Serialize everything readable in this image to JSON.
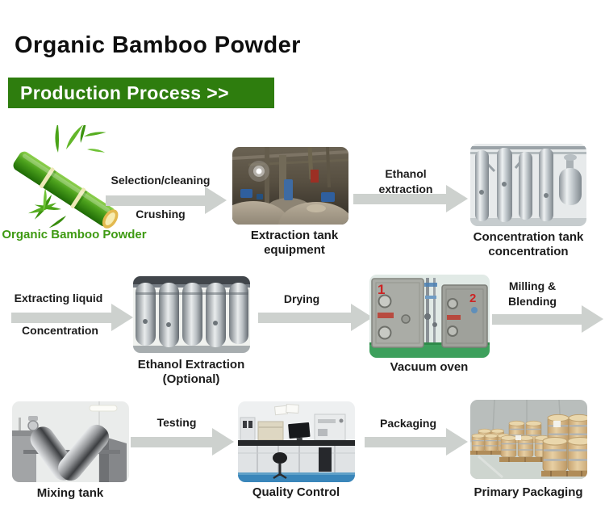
{
  "header": {
    "title": "Organic Bamboo Powder",
    "banner": "Production Process >>"
  },
  "colors": {
    "banner_green": "#2e7d0e",
    "accent_green": "#3e9a12",
    "arrow_gray": "#cdd1ce",
    "text": "#1c1c1c"
  },
  "flow": {
    "row1": {
      "bamboo_caption": "Organic Bamboo Powder",
      "arrow_selection": {
        "top": "Selection/cleaning",
        "bottom": "Crushing"
      },
      "extraction_caption": "Extraction tank equipment",
      "arrow_ethanol": {
        "line1": "Ethanol",
        "line2": "extraction"
      },
      "concentration_caption": {
        "line1": "Concentration tank",
        "line2": "concentration"
      }
    },
    "row2": {
      "arrow_extracting": {
        "top": "Extracting liquid",
        "bottom": "Concentration"
      },
      "ethanol_caption": {
        "line1": "Ethanol Extraction",
        "line2": "(Optional)"
      },
      "arrow_drying": {
        "top": "Drying"
      },
      "vacuum_caption": "Vacuum oven",
      "oven_numbers": [
        "1",
        "2"
      ],
      "arrow_milling": {
        "line1": "Milling &",
        "line2": "Blending"
      }
    },
    "row3": {
      "mixing_caption": "Mixing tank",
      "arrow_testing": {
        "top": "Testing"
      },
      "quality_caption": "Quality Control",
      "arrow_packaging": {
        "top": "Packaging"
      },
      "packaging_caption": "Primary Packaging"
    }
  }
}
